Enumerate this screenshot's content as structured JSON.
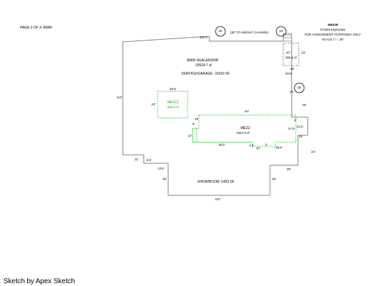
{
  "header": {
    "page_label": "PAGE 2 OF 3- BMW",
    "id_lines": [
      "W6Z38",
      "0T3W1IUQG2481",
      "FOR ASSESSMENT PURPOSES ONLY",
      "SCALE 1\" = 30'"
    ]
  },
  "callouts": {
    "left_circle": "30'",
    "note": "(30' TO HEIGHT CHANGE)",
    "right_circle": "34'",
    "side_circle": "18'"
  },
  "areas": {
    "main_name": "BMW DEALERSHIP",
    "main_area": "23524.7 sf",
    "service": "SERVICE/GARAGE- 15160 SF",
    "mezz1_name": "MEZZ1",
    "mezz1_area": "804.8 sf",
    "mezz_name": "MEZZ",
    "mezz_area": "2547.9 sf",
    "showroom": "SHOWROOM- 5453 SF",
    "stair_label": "ST.",
    "stair_area": "355.5 sf"
  },
  "dimensions": {
    "top": "161.5'",
    "left": "113'",
    "mezz1_top": "33.5'",
    "mezz1_side": "24'",
    "mezz_top": "84'",
    "mezz_side_l": "12'",
    "mezz_small_a": "6'",
    "mezz_small_b": "15'",
    "mezz_bot_l": "28.5'",
    "mezz_bot_m1": "4.5'",
    "mezz_bot_m2": "10'",
    "mezz_bot_m3": "2'",
    "mezz_bot_r": "28.5'",
    "mezz_side_r1": "27.5'",
    "mezz_side_r2": "6'",
    "mezz_side_r3": "24.5'",
    "right_side": "19'",
    "notch_w": "13'",
    "stair_w": "16'",
    "stair_h": "20.5'",
    "stair_side": "23'",
    "right_lower": "24'",
    "right_step": "15'",
    "step_left_1": "31'",
    "step_left_2": "9.5'",
    "step_left_3": "13.5'",
    "showroom_left": "35'",
    "showroom_right": "35'",
    "showroom_step_r": "35'",
    "bottom": "101'"
  },
  "footer": {
    "credit": "Sketch by Apex Sketch"
  },
  "colors": {
    "outline": "#7a7a7a",
    "mezz_line": "#33cc33",
    "mezz_text": "#22aa22",
    "stair_line": "#555555"
  }
}
